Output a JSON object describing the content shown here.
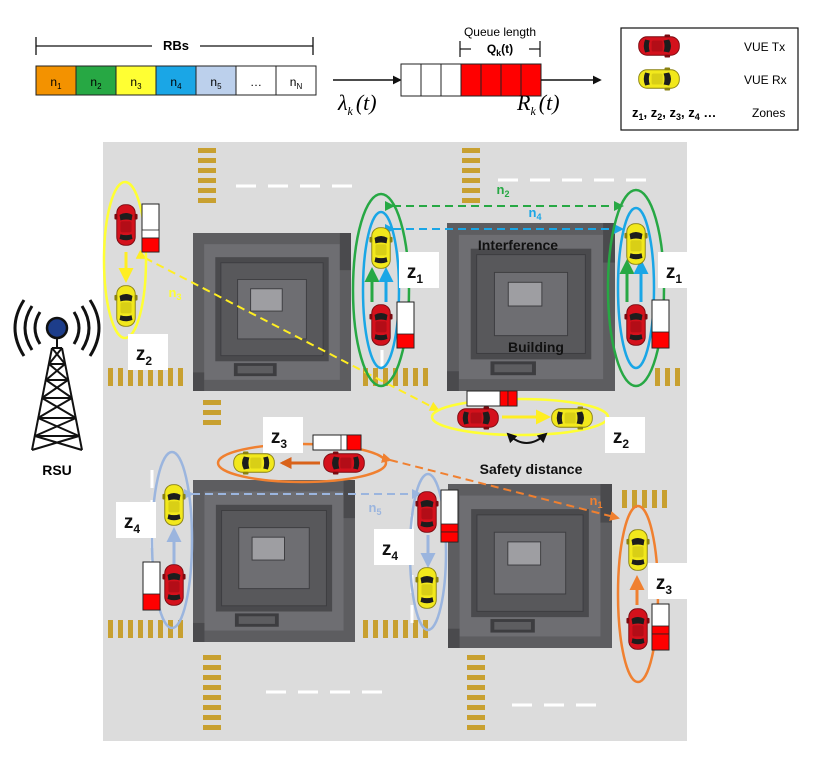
{
  "rb_bar": {
    "label": "RBs",
    "blocks": [
      {
        "base": "n",
        "sub": "1",
        "color": "#f39200"
      },
      {
        "base": "n",
        "sub": "2",
        "color": "#27a844"
      },
      {
        "base": "n",
        "sub": "3",
        "color": "#ffff33"
      },
      {
        "base": "n",
        "sub": "4",
        "color": "#1aa6e6"
      },
      {
        "base": "n",
        "sub": "5",
        "color": "#bcd0ec"
      },
      {
        "base": "…",
        "sub": "",
        "color": "#ffffff"
      },
      {
        "base": "n",
        "sub": "N",
        "color": "#ffffff"
      }
    ]
  },
  "queue": {
    "title": "Queue length",
    "q_base": "Q",
    "q_sub": "k",
    "q_arg": "(t)",
    "arrival_base": "λ",
    "arrival_sub": "k",
    "arrival_arg": "(t)",
    "service_base": "R",
    "service_sub": "k",
    "service_arg": "(t)",
    "colors": {
      "filled": "#ff0000",
      "empty": "#ffffff"
    }
  },
  "legend": {
    "tx_label": "VUE Tx",
    "rx_label": "VUE Rx",
    "zones_text": "z",
    "zones_label": "Zones",
    "colors": {
      "tx": "#e2141e",
      "rx": "#f2e81c"
    }
  },
  "map": {
    "rsu_label": "RSU",
    "interference_label": "Interference",
    "building_label": "Building",
    "safety_label": "Safety distance",
    "zone_base": "z",
    "links": [
      {
        "base": "n",
        "sub": "2",
        "color": "#27a844"
      },
      {
        "base": "n",
        "sub": "4",
        "color": "#1aa6e6"
      },
      {
        "base": "n",
        "sub": "3",
        "color": "#ffff33"
      },
      {
        "base": "n",
        "sub": "5",
        "color": "#9bb5de"
      },
      {
        "base": "n",
        "sub": "1",
        "color": "#f08030"
      }
    ],
    "zone_labels": [
      {
        "sub": "2"
      },
      {
        "sub": "1"
      },
      {
        "sub": "1"
      },
      {
        "sub": "2"
      },
      {
        "sub": "3"
      },
      {
        "sub": "4"
      },
      {
        "sub": "4"
      },
      {
        "sub": "3"
      }
    ]
  }
}
